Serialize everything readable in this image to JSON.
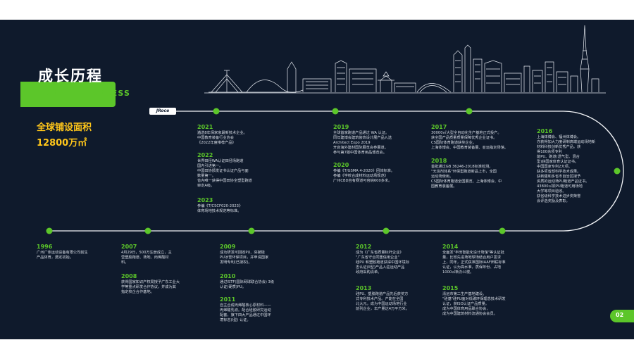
{
  "header": {
    "title": "成长历程",
    "subtitle": "GROWTH PROCESS"
  },
  "highlight": {
    "label": "全球铺设面积",
    "value": "12800万㎡"
  },
  "logo": {
    "text": "JRoce"
  },
  "page_number": "02",
  "colors": {
    "background": "#0f1a2c",
    "accent": "#5cc62a",
    "highlight": "#ffc61a",
    "text": "#d8dde6"
  },
  "timeline": {
    "upper": [
      {
        "year": "2021",
        "text": "遴选8年保家家最新技术企业。\n中国教育装备行业协会\n《2022年度推荐产品》"
      },
      {
        "year": "2022",
        "text": "世界田径WA认证田径场跑道\n国内引进第一。\n中国田协颁发证书认证产品与面\n数量第一。\n省内唯一获得中国田协全塑型跑道\n审定A级。"
      },
      {
        "year": "2023",
        "text": "参编《T/CSCF020-2023》\n体育场地技术规范等标准。"
      },
      {
        "year": "2019",
        "text": "全球首家跑道产品通过 WA 认证。\n同年建博会建筑装饰设计展产品入选\nArchitect Expo 2019\n开启海外建材国际展览会参展道。\n参与第7版中国体育用品博览会。"
      },
      {
        "year": "2020",
        "text": "参编《T/GSMA 4-2020》团体标准。\n参编《学校合成材料运动场规范》\n广州CBD自有赛道可容纳600多米。"
      },
      {
        "year": "2017",
        "text": "30000㎡大型全自动化生产基地正式投产。\n获全国产品质量质量保障优秀企业证书。\nCS国际体育跑道获奖企业。\n上海体博会、中国教育装备展、亚运指定场馆。"
      },
      {
        "year": "2018",
        "text": "首批通过GB 36246-2018标准检测。\n\"无溶剂体系\"环保型跑道新品上市，全国\n运动场使用。\nCS国际体育跑道全国展览、上海体博会、中\n国教育装备展。"
      },
      {
        "year": "2016",
        "text": "上海体博会、福州体博会。\n亦获得加大力度研制高端运动场地新\n材料科技创新优秀产品。获\n得100余项专利\n能PU、跑道(透气型、混合\n型)获国家体育认证证书。\n中国国家专利2大项。\n获多项省部科学技术成果。\n获新疆和多省市自治区授予\n资质的运动场PU跑道产品证书。\n43800㎡原PU跑道可用场地\n大学等项目验收。\n获省级科学技术进步奖荣誉\n会评选奖励及表彰。"
      }
    ],
    "lower": [
      {
        "year": "1996",
        "text": "广州广体运动设备有限公司前生\n产品体育，奠定初始。"
      },
      {
        "year": "2007",
        "text": "4月29日，500万注册成立，主\n营塑胶跑道、场地、丙烯酸材\n料。"
      },
      {
        "year": "2008",
        "text": "获得国家知识产权局授予广东工业大\n学等重点研发合作协议，并成为其\n指定校企合作基地。"
      },
      {
        "year": "2009",
        "text": "成功研发可回收PU、突破硅\nPU冰雪环保项目，并申请国家\n发明专利(已授权)。"
      },
      {
        "year": "2010",
        "text": "通过ISTF(国际网球联合协会) 3级\n认证(硬质)PU。"
      },
      {
        "year": "2011",
        "text": "自主合成丙烯酸核心原材料——\n丙烯酸乳液。配合硅胶研究运动\n配套，旗下四大产品通过中国环\n境标志(I型) 认证。"
      },
      {
        "year": "2012",
        "text": "成为《广东省质量标杆企业》\n\"广东省守合同重信用企业\"\n硅PU 和塑胶跑道获得中国环境标\n志认证(II型)产品入驻运动产品\n政府采购清单。"
      },
      {
        "year": "2013",
        "text": "硅PU、塑胶跑道产品先后获奖方\n式专利技术产品。产能在全国\n北大元，成为中国运动场地行业\n前列企业，年产量达4万平方米。"
      },
      {
        "year": "2014",
        "text": "全面发\"丰田智能化设计场馆\"等认证批\n量，比较先进场地球场结合用户需求\n上，同年，正式获准国际IAAF田联标准\n认证，认为高水准，质保年份、占地\n1000㎡新办公楼。"
      },
      {
        "year": "2015",
        "text": "清远市第二生产基地建设。\n\"硅基\"硅PU面对低碳环保理念技术研发\n认证，获ISO认证产品质量。\n成为中国体育用品联合协会，\n成为中国建筑材料流通协会会员。"
      }
    ]
  }
}
